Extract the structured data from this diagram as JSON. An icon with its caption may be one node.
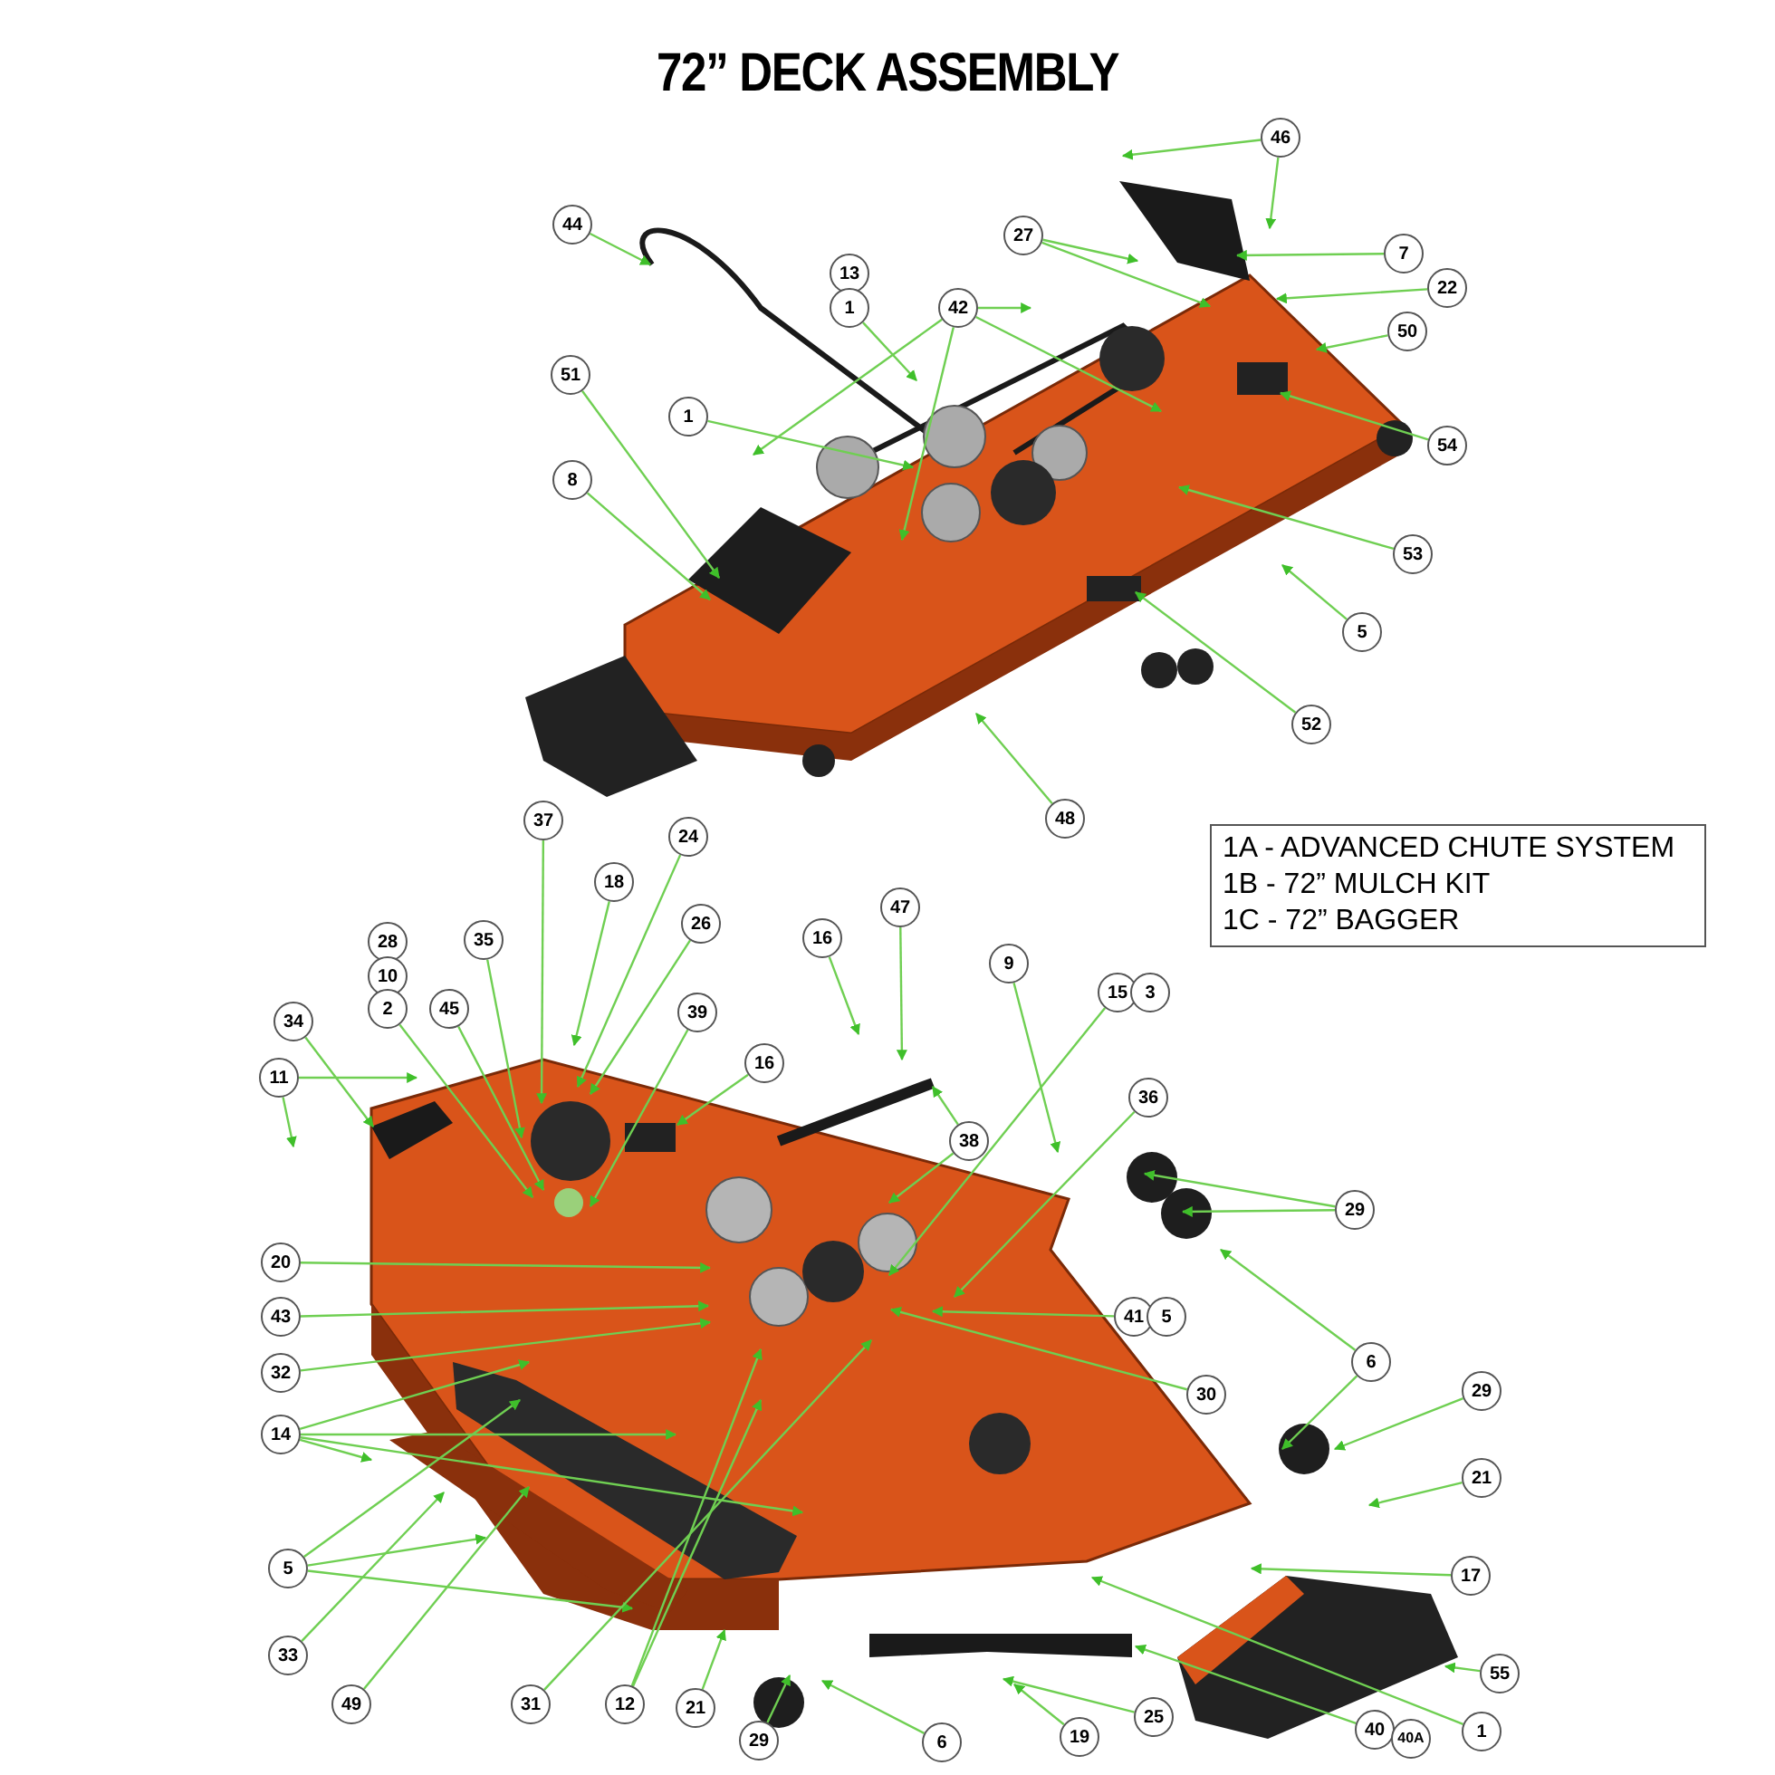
{
  "diagram": {
    "title": "72” DECK ASSEMBLY",
    "nodes": [
      {
        "text": [
          "46"
        ]
      },
      {
        "text": [
          "44"
        ]
      },
      {
        "text": [
          "13"
        ]
      },
      {
        "text": [
          "1"
        ]
      },
      {
        "text": [
          "27"
        ]
      },
      {
        "text": [
          "7"
        ]
      },
      {
        "text": [
          "22"
        ]
      },
      {
        "text": [
          "42"
        ]
      },
      {
        "text": [
          "50"
        ]
      },
      {
        "text": [
          "51"
        ]
      },
      {
        "text": [
          "1"
        ]
      },
      {
        "text": [
          "54"
        ]
      },
      {
        "text": [
          "8"
        ]
      },
      {
        "text": [
          "53"
        ]
      },
      {
        "text": [
          "5"
        ]
      },
      {
        "text": [
          "52"
        ]
      },
      {
        "text": [
          "48"
        ]
      },
      {
        "text": [
          "37"
        ]
      },
      {
        "text": [
          "24"
        ]
      },
      {
        "text": [
          "18"
        ]
      },
      {
        "text": [
          "26"
        ]
      },
      {
        "text": [
          "16"
        ]
      },
      {
        "text": [
          "47"
        ]
      },
      {
        "text": [
          "28"
        ]
      },
      {
        "text": [
          "10"
        ]
      },
      {
        "text": [
          "35"
        ]
      },
      {
        "text": [
          "9"
        ]
      },
      {
        "text": [
          "15"
        ]
      },
      {
        "text": [
          "3"
        ]
      },
      {
        "text": [
          "2"
        ]
      },
      {
        "text": [
          "45"
        ]
      },
      {
        "text": [
          "39"
        ]
      },
      {
        "text": [
          "34"
        ]
      },
      {
        "text": [
          "16"
        ]
      },
      {
        "text": [
          "11"
        ]
      },
      {
        "text": [
          "36"
        ]
      },
      {
        "text": [
          "38"
        ]
      },
      {
        "text": [
          "29"
        ]
      },
      {
        "text": [
          "20"
        ]
      },
      {
        "text": [
          "41"
        ]
      },
      {
        "text": [
          "5"
        ]
      },
      {
        "text": [
          "43"
        ]
      },
      {
        "text": [
          "6"
        ]
      },
      {
        "text": [
          "32"
        ]
      },
      {
        "text": [
          "30"
        ]
      },
      {
        "text": [
          "29"
        ]
      },
      {
        "text": [
          "14"
        ]
      },
      {
        "text": [
          "21"
        ]
      },
      {
        "text": [
          "5"
        ]
      },
      {
        "text": [
          "17"
        ]
      },
      {
        "text": [
          "33"
        ]
      },
      {
        "text": [
          "55"
        ]
      },
      {
        "text": [
          "49"
        ]
      },
      {
        "text": [
          "31"
        ]
      },
      {
        "text": [
          "12"
        ]
      },
      {
        "text": [
          "21"
        ]
      },
      {
        "text": [
          "29"
        ]
      },
      {
        "text": [
          "6"
        ]
      },
      {
        "text": [
          "19"
        ]
      },
      {
        "text": [
          "25"
        ]
      },
      {
        "text": [
          "40"
        ]
      },
      {
        "text": [
          "40A"
        ]
      },
      {
        "text": [
          "1"
        ]
      }
    ],
    "edges": [
      {
        "from": 0,
        "to": null,
        "arrow": "to"
      },
      {
        "from": 0,
        "to": null,
        "arrow": "to"
      },
      {
        "from": 1,
        "to": null,
        "arrow": "to"
      },
      {
        "from": 3,
        "to": null,
        "arrow": "to"
      },
      {
        "from": 4,
        "to": null,
        "arrow": "to"
      },
      {
        "from": 4,
        "to": null,
        "arrow": "to"
      },
      {
        "from": 5,
        "to": null,
        "arrow": "to"
      },
      {
        "from": 6,
        "to": null,
        "arrow": "to"
      },
      {
        "from": 7,
        "to": null,
        "arrow": "to"
      },
      {
        "from": 7,
        "to": null,
        "arrow": "to"
      },
      {
        "from": 7,
        "to": null,
        "arrow": "to"
      },
      {
        "from": 7,
        "to": null,
        "arrow": "to"
      },
      {
        "from": 8,
        "to": null,
        "arrow": "to"
      },
      {
        "from": 9,
        "to": null,
        "arrow": "to"
      },
      {
        "from": 10,
        "to": null,
        "arrow": "to"
      },
      {
        "from": 11,
        "to": null,
        "arrow": "to"
      },
      {
        "from": 12,
        "to": null,
        "arrow": "to"
      },
      {
        "from": 13,
        "to": null,
        "arrow": "to"
      },
      {
        "from": 14,
        "to": null,
        "arrow": "to"
      },
      {
        "from": 15,
        "to": null,
        "arrow": "to"
      },
      {
        "from": 16,
        "to": null,
        "arrow": "to"
      },
      {
        "from": 17,
        "to": null,
        "arrow": "to"
      },
      {
        "from": 18,
        "to": null,
        "arrow": "to"
      },
      {
        "from": 19,
        "to": null,
        "arrow": "to"
      },
      {
        "from": 20,
        "to": null,
        "arrow": "to"
      },
      {
        "from": 21,
        "to": null,
        "arrow": "to"
      },
      {
        "from": 22,
        "to": null,
        "arrow": "to"
      },
      {
        "from": 25,
        "to": null,
        "arrow": "to"
      },
      {
        "from": 26,
        "to": null,
        "arrow": "to"
      },
      {
        "from": 27,
        "to": null,
        "arrow": "to"
      },
      {
        "from": 29,
        "to": null,
        "arrow": "to"
      },
      {
        "from": 30,
        "to": null,
        "arrow": "to"
      },
      {
        "from": 31,
        "to": null,
        "arrow": "to"
      },
      {
        "from": 32,
        "to": null,
        "arrow": "to"
      },
      {
        "from": 33,
        "to": null,
        "arrow": "to"
      },
      {
        "from": 34,
        "to": null,
        "arrow": "to"
      },
      {
        "from": 34,
        "to": null,
        "arrow": "to"
      },
      {
        "from": 35,
        "to": null,
        "arrow": "to"
      },
      {
        "from": 36,
        "to": null,
        "arrow": "to"
      },
      {
        "from": 36,
        "to": null,
        "arrow": "to"
      },
      {
        "from": 37,
        "to": null,
        "arrow": "to"
      },
      {
        "from": 37,
        "to": null,
        "arrow": "to"
      },
      {
        "from": 38,
        "to": null,
        "arrow": "to"
      },
      {
        "from": 39,
        "to": null,
        "arrow": "to"
      },
      {
        "from": 41,
        "to": null,
        "arrow": "to"
      },
      {
        "from": 42,
        "to": null,
        "arrow": "to"
      },
      {
        "from": 42,
        "to": null,
        "arrow": "to"
      },
      {
        "from": 43,
        "to": null,
        "arrow": "to"
      },
      {
        "from": 44,
        "to": null,
        "arrow": "to"
      },
      {
        "from": 45,
        "to": null,
        "arrow": "to"
      },
      {
        "from": 46,
        "to": null,
        "arrow": "to"
      },
      {
        "from": 46,
        "to": null,
        "arrow": "to"
      },
      {
        "from": 46,
        "to": null,
        "arrow": "to"
      },
      {
        "from": 46,
        "to": null,
        "arrow": "to"
      },
      {
        "from": 47,
        "to": null,
        "arrow": "to"
      },
      {
        "from": 48,
        "to": null,
        "arrow": "to"
      },
      {
        "from": 48,
        "to": null,
        "arrow": "to"
      },
      {
        "from": 48,
        "to": null,
        "arrow": "to"
      },
      {
        "from": 49,
        "to": null,
        "arrow": "to"
      },
      {
        "from": 50,
        "to": null,
        "arrow": "to"
      },
      {
        "from": 51,
        "to": null,
        "arrow": "to"
      },
      {
        "from": 52,
        "to": null,
        "arrow": "to"
      },
      {
        "from": 53,
        "to": null,
        "arrow": "to"
      },
      {
        "from": 54,
        "to": null,
        "arrow": "to"
      },
      {
        "from": 54,
        "to": null,
        "arrow": "to"
      },
      {
        "from": 55,
        "to": null,
        "arrow": "to"
      },
      {
        "from": 56,
        "to": null,
        "arrow": "to"
      },
      {
        "from": 57,
        "to": null,
        "arrow": "to"
      },
      {
        "from": 58,
        "to": null,
        "arrow": "to"
      },
      {
        "from": 59,
        "to": null,
        "arrow": "to"
      },
      {
        "from": 60,
        "to": null,
        "arrow": "to"
      },
      {
        "from": 62,
        "to": null,
        "arrow": "to"
      }
    ],
    "labels": [
      "1A - ADVANCED CHUTE SYSTEM",
      "1B - 72” MULCH KIT",
      "1C - 72” BAGGER"
    ]
  }
}
